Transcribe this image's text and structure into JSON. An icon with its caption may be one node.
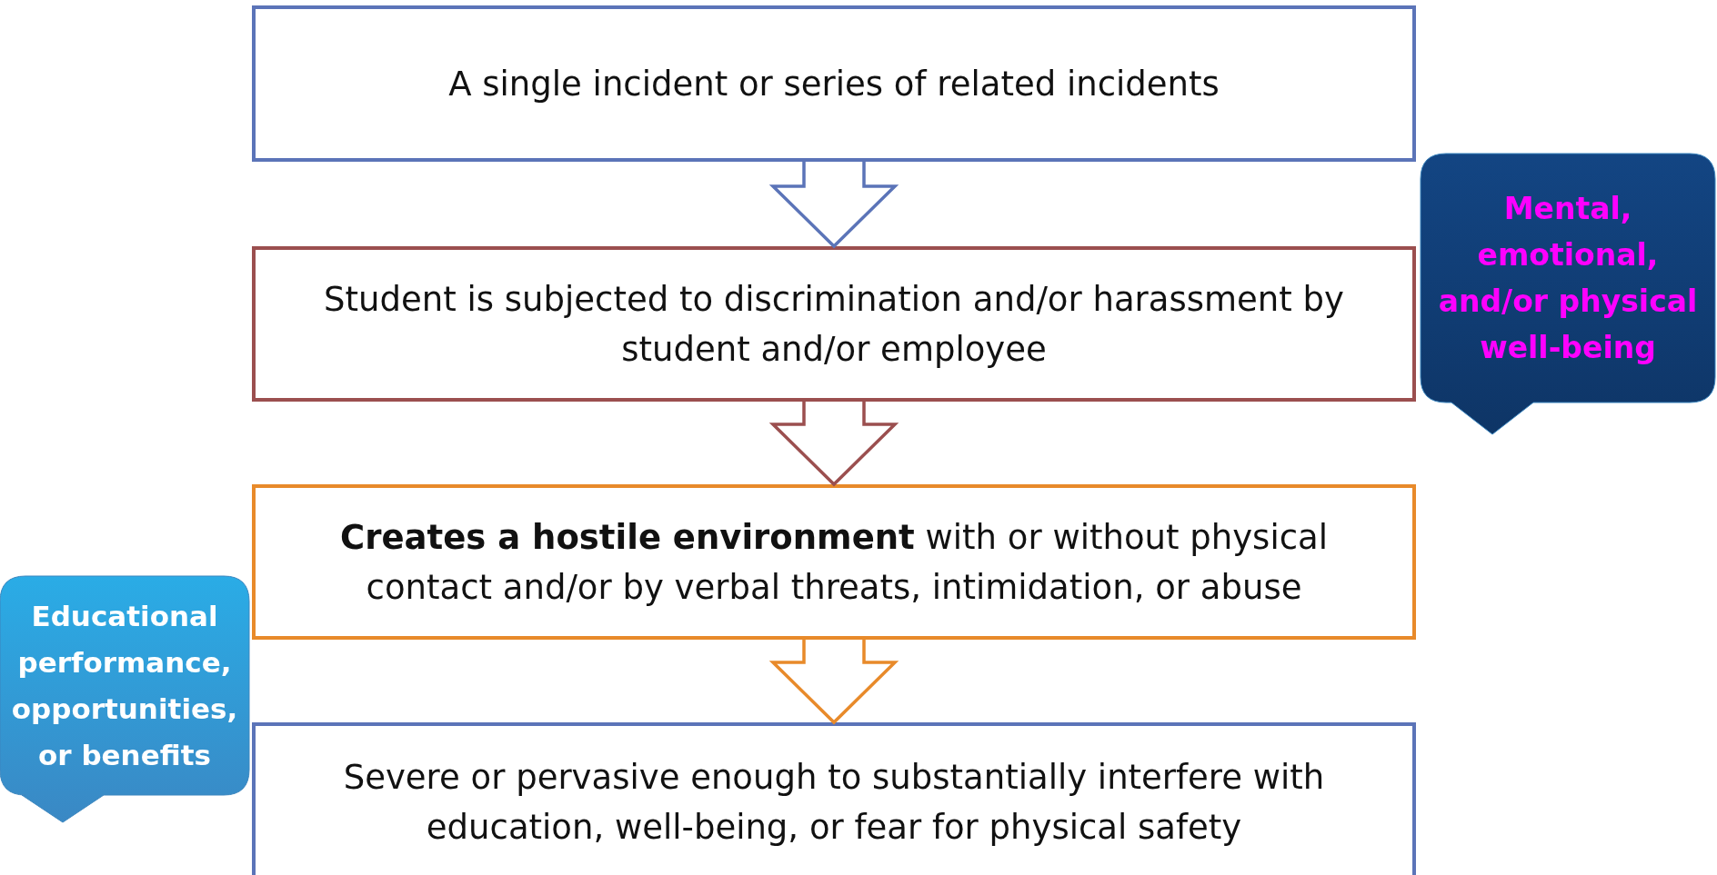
{
  "diagram": {
    "nodes": [
      {
        "text": [
          "A single incident or series of related incidents"
        ]
      },
      {
        "text": [
          "Student is subjected to discrimination and/or harassment by student and/or employee"
        ]
      },
      {
        "text": [
          "**Creates a hostile environment** with or without physical contact and/or by verbal threats, intimidation, or abuse"
        ]
      },
      {
        "text": [
          "Severe or pervasive enough to substantially interfere with education, well-being, or fear for physical safety"
        ]
      },
      {
        "text": [
          "Mental, emotional, and/or physical well-being"
        ]
      },
      {
        "text": [
          "Educational performance, opportunities, or benefits"
        ]
      }
    ],
    "edges": [
      {
        "from": 0,
        "to": 1,
        "arrow": "to",
        "color": "#5b74b8"
      },
      {
        "from": 1,
        "to": 2,
        "arrow": "to",
        "color": "#9b4f4f"
      },
      {
        "from": 2,
        "to": 3,
        "arrow": "to",
        "color": "#e88a2a"
      }
    ]
  }
}
